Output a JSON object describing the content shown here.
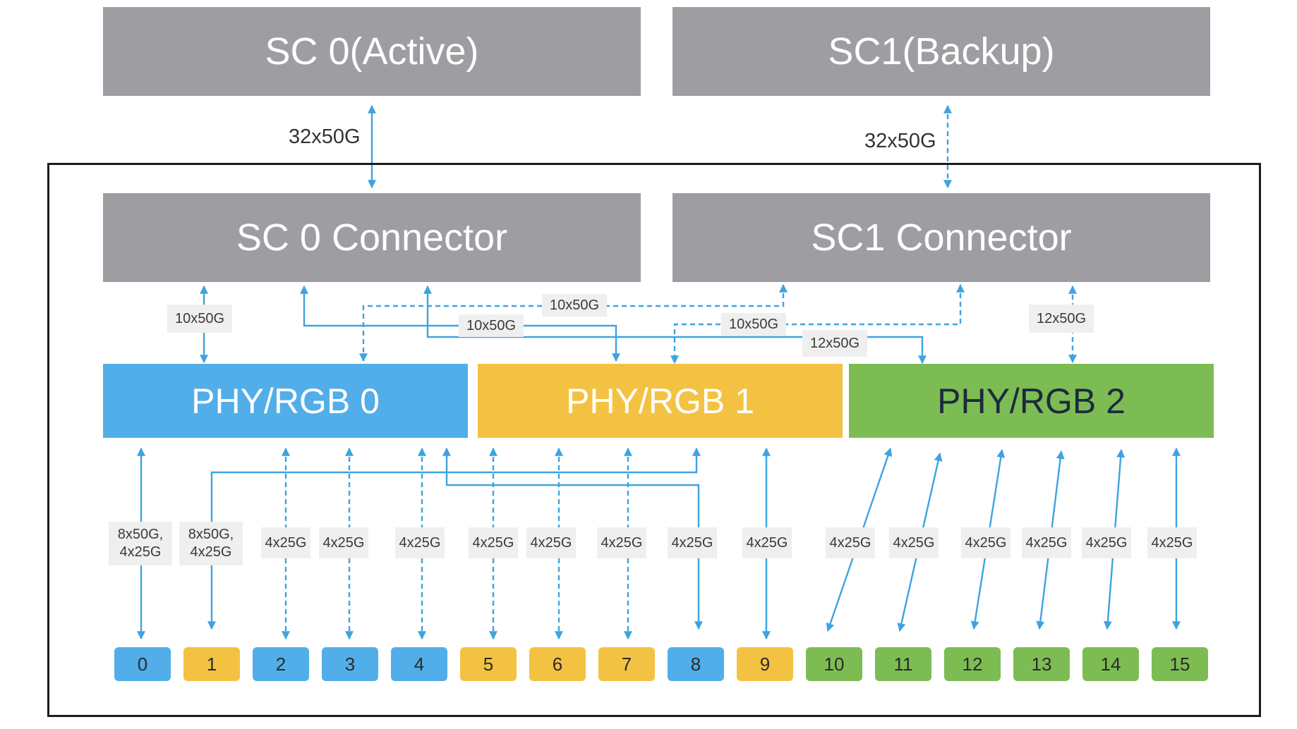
{
  "top": {
    "sc0_active": "SC 0(Active)",
    "sc1_backup": "SC1(Backup)"
  },
  "uplinks": {
    "sc0": "32x50G",
    "sc1": "32x50G"
  },
  "connectors": {
    "sc0": "SC 0 Connector",
    "sc1": "SC1 Connector"
  },
  "links": {
    "sc0_phy0": "10x50G",
    "sc1_phy0": "10x50G",
    "sc0_phy1": "10x50G",
    "sc1_phy1": "10x50G",
    "sc0_phy2": "12x50G",
    "sc1_phy2": "12x50G"
  },
  "phys": [
    {
      "label": "PHY/RGB 0",
      "color": "#51aee8",
      "text_color": "#ffffff"
    },
    {
      "label": "PHY/RGB 1",
      "color": "#f4c242",
      "text_color": "#ffffff"
    },
    {
      "label": "PHY/RGB 2",
      "color": "#7dbc53",
      "text_color": "#1b2a3f"
    }
  ],
  "port_labels": [
    "8x50G,\n4x25G",
    "8x50G,\n4x25G",
    "4x25G",
    "4x25G",
    "4x25G",
    "4x25G",
    "4x25G",
    "4x25G",
    "4x25G",
    "4x25G",
    "4x25G",
    "4x25G",
    "4x25G",
    "4x25G",
    "4x25G",
    "4x25G"
  ],
  "ports": [
    {
      "num": "0",
      "color": "#51aee8"
    },
    {
      "num": "1",
      "color": "#f4c242"
    },
    {
      "num": "2",
      "color": "#51aee8"
    },
    {
      "num": "3",
      "color": "#51aee8"
    },
    {
      "num": "4",
      "color": "#51aee8"
    },
    {
      "num": "5",
      "color": "#f4c242"
    },
    {
      "num": "6",
      "color": "#f4c242"
    },
    {
      "num": "7",
      "color": "#f4c242"
    },
    {
      "num": "8",
      "color": "#51aee8"
    },
    {
      "num": "9",
      "color": "#f4c242"
    },
    {
      "num": "10",
      "color": "#7dbc53"
    },
    {
      "num": "11",
      "color": "#7dbc53"
    },
    {
      "num": "12",
      "color": "#7dbc53"
    },
    {
      "num": "13",
      "color": "#7dbc53"
    },
    {
      "num": "14",
      "color": "#7dbc53"
    },
    {
      "num": "15",
      "color": "#7dbc53"
    }
  ],
  "colors": {
    "line": "#3ea3e0",
    "box": "#9e9ea2",
    "frame": "#1c1c1c",
    "label_bg": "#efefef"
  }
}
